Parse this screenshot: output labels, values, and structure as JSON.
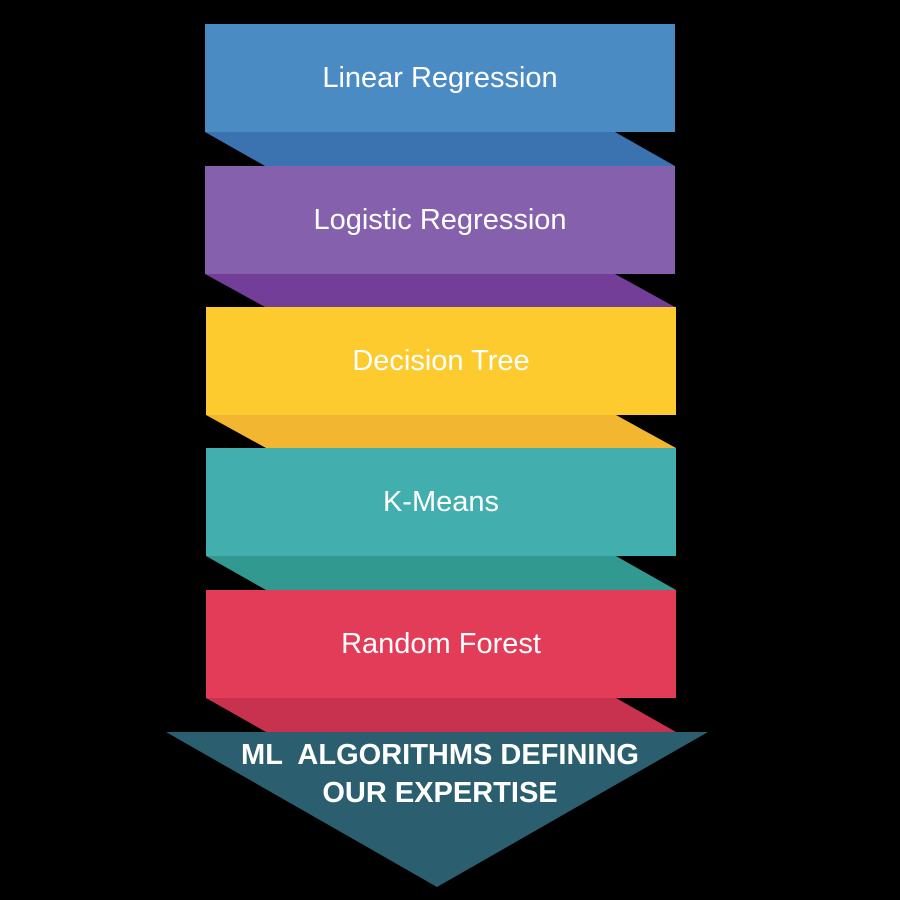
{
  "blocks": [
    {
      "label": "Linear Regression",
      "face_color": "#4A8BC4",
      "fold_color": "#3B72B0"
    },
    {
      "label": "Logistic Regression",
      "face_color": "#8560AC",
      "fold_color": "#723E97"
    },
    {
      "label": "Decision Tree",
      "face_color": "#FECB2F",
      "fold_color": "#F2B631"
    },
    {
      "label": "K-Means",
      "face_color": "#42AFAE",
      "fold_color": "#31998F"
    },
    {
      "label": "Random Forest",
      "face_color": "#E33C59",
      "fold_color": "#C8324F"
    }
  ],
  "arrow": {
    "line1": "ML  ALGORITHMS DEFINING",
    "line2": "OUR EXPERTISE",
    "color": "#2B5F6F"
  },
  "background_color": "#000000"
}
